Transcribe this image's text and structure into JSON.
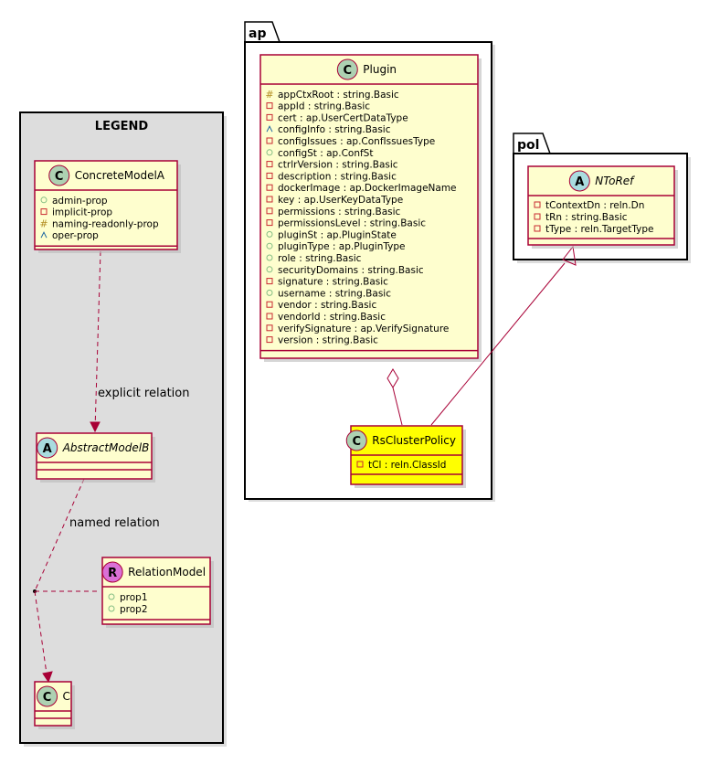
{
  "packages": {
    "ap": {
      "name": "ap"
    },
    "pol": {
      "name": "pol"
    }
  },
  "legend": {
    "title": "LEGEND"
  },
  "classes": {
    "plugin": {
      "name": "Plugin",
      "stereotype_letter": "C",
      "badge_color": "#add1b2",
      "fill": "#fefece",
      "italic": false,
      "attributes": [
        {
          "vis": "#",
          "text": "appCtxRoot : string.Basic"
        },
        {
          "vis": "-",
          "text": "appId : string.Basic"
        },
        {
          "vis": "-",
          "text": "cert : ap.UserCertDataType"
        },
        {
          "vis": "~",
          "text": "configInfo : string.Basic"
        },
        {
          "vis": "-",
          "text": "configIssues : ap.ConfIssuesType"
        },
        {
          "vis": "+",
          "text": "configSt : ap.ConfSt"
        },
        {
          "vis": "-",
          "text": "ctrlrVersion : string.Basic"
        },
        {
          "vis": "-",
          "text": "description : string.Basic"
        },
        {
          "vis": "-",
          "text": "dockerImage : ap.DockerImageName"
        },
        {
          "vis": "-",
          "text": "key : ap.UserKeyDataType"
        },
        {
          "vis": "-",
          "text": "permissions : string.Basic"
        },
        {
          "vis": "-",
          "text": "permissionsLevel : string.Basic"
        },
        {
          "vis": "+",
          "text": "pluginSt : ap.PluginState"
        },
        {
          "vis": "+",
          "text": "pluginType : ap.PluginType"
        },
        {
          "vis": "+",
          "text": "role : string.Basic"
        },
        {
          "vis": "+",
          "text": "securityDomains : string.Basic"
        },
        {
          "vis": "-",
          "text": "signature : string.Basic"
        },
        {
          "vis": "+",
          "text": "username : string.Basic"
        },
        {
          "vis": "-",
          "text": "vendor : string.Basic"
        },
        {
          "vis": "-",
          "text": "vendorId : string.Basic"
        },
        {
          "vis": "-",
          "text": "verifySignature : ap.VerifySignature"
        },
        {
          "vis": "-",
          "text": "version : string.Basic"
        }
      ]
    },
    "rsClusterPolicy": {
      "name": "RsClusterPolicy",
      "stereotype_letter": "C",
      "badge_color": "#add1b2",
      "fill": "#ffff00",
      "italic": false,
      "attributes": [
        {
          "vis": "-",
          "text": "tCl : reln.ClassId"
        }
      ]
    },
    "nToRef": {
      "name": "NToRef",
      "stereotype_letter": "A",
      "badge_color": "#a9dcdf",
      "fill": "#fefece",
      "italic": true,
      "attributes": [
        {
          "vis": "-",
          "text": "tContextDn : reln.Dn"
        },
        {
          "vis": "-",
          "text": "tRn : string.Basic"
        },
        {
          "vis": "-",
          "text": "tType : reln.TargetType"
        }
      ]
    },
    "concreteModelA": {
      "name": "ConcreteModelA",
      "stereotype_letter": "C",
      "badge_color": "#add1b2",
      "fill": "#fefece",
      "italic": false,
      "attributes": [
        {
          "vis": "+",
          "text": "admin-prop"
        },
        {
          "vis": "-",
          "text": "implicit-prop"
        },
        {
          "vis": "#",
          "text": "naming-readonly-prop"
        },
        {
          "vis": "~",
          "text": "oper-prop"
        }
      ]
    },
    "abstractModelB": {
      "name": "AbstractModelB",
      "stereotype_letter": "A",
      "badge_color": "#a9dcdf",
      "fill": "#fefece",
      "italic": true,
      "attributes": []
    },
    "relationModel": {
      "name": "RelationModel",
      "stereotype_letter": "R",
      "badge_color": "#da70d6",
      "fill": "#fefece",
      "italic": false,
      "attributes": [
        {
          "vis": "+",
          "text": "prop1"
        },
        {
          "vis": "+",
          "text": "prop2"
        }
      ]
    },
    "c": {
      "name": "C",
      "stereotype_letter": "C",
      "badge_color": "#add1b2",
      "fill": "#fefece",
      "italic": false,
      "attributes": []
    }
  },
  "relations": {
    "explicit": "explicit relation",
    "named": "named relation"
  },
  "colors": {
    "class_border": "#a80036",
    "vis_private": "#c82930",
    "vis_public": "#84be84",
    "vis_protected": "#b38d22",
    "vis_package": "#1963a0"
  }
}
